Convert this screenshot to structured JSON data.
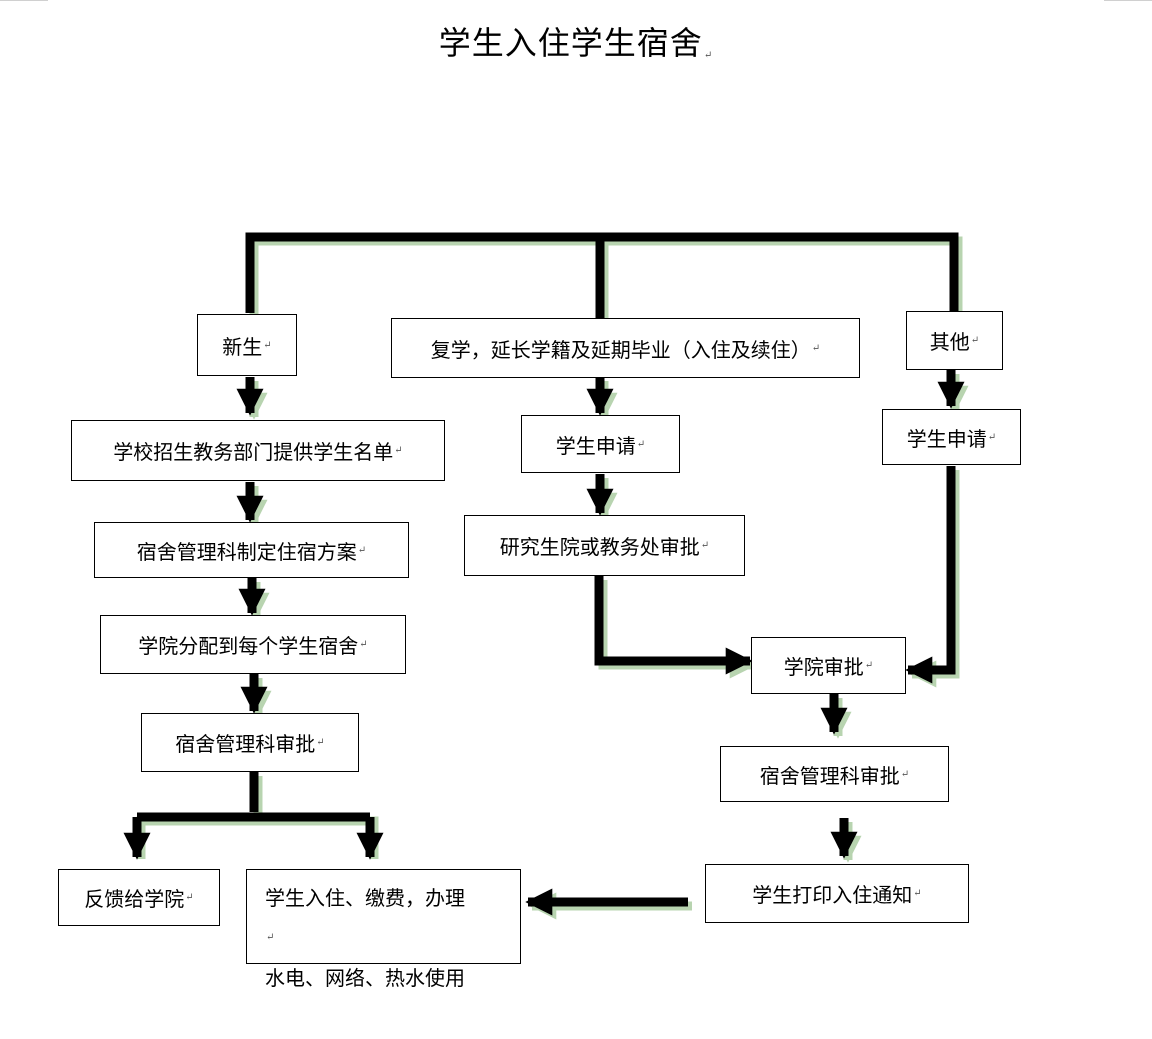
{
  "title": "学生入住学生宿舍",
  "nodes": {
    "new_student": "新生",
    "resume": "复学，延长学籍及延期毕业（入住及续住）",
    "other": "其他",
    "school_list": "学校招生教务部门提供学生名单",
    "apply_resume": "学生申请",
    "apply_other": "学生申请",
    "dorm_plan": "宿舍管理科制定住宿方案",
    "grad_approve": "研究生院或教务处审批",
    "college_assign": "学院分配到每个学生宿舍",
    "college_approve": "学院审批",
    "dorm_approve_left": "宿舍管理科审批",
    "dorm_approve_right": "宿舍管理科审批",
    "feedback": "反馈给学院",
    "print_notice": "学生打印入住通知",
    "checkin_line1": "学生入住、缴费，办理",
    "checkin_line2": "水电、网络、热水使用"
  },
  "colors": {
    "line": "#000000",
    "shadow": "#b8d4b0"
  }
}
